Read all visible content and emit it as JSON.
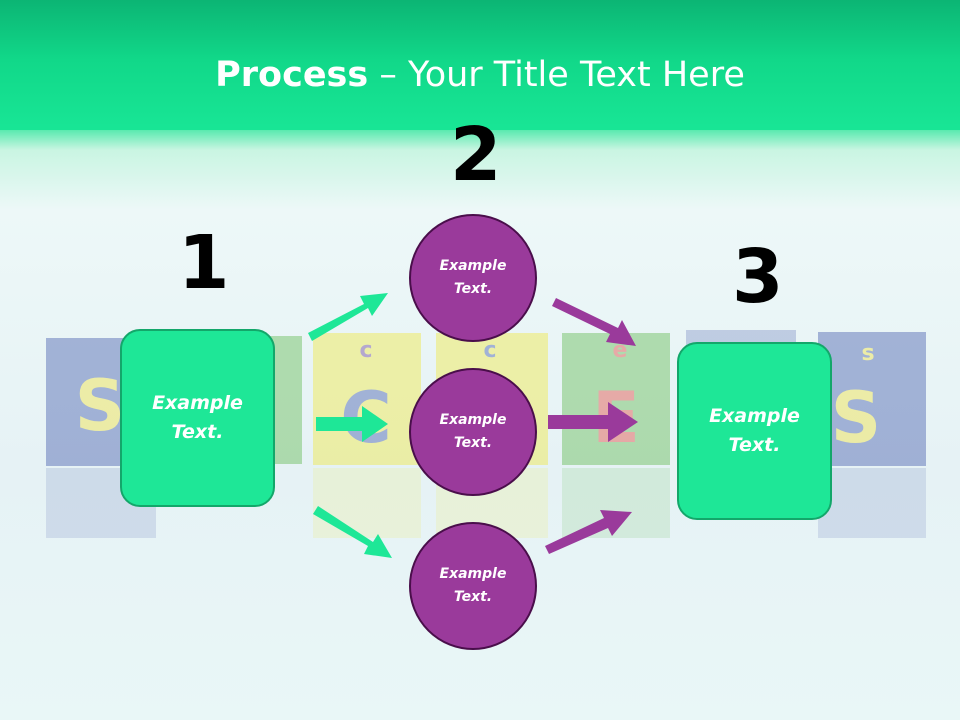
{
  "title": {
    "bold": "Process",
    "rest": " – Your Title Text Here"
  },
  "steps": [
    {
      "number": "1",
      "text": "Example\nText."
    },
    {
      "number": "2",
      "circles": [
        "Example\nText.",
        "Example\nText.",
        "Example\nText."
      ]
    },
    {
      "number": "3",
      "text": "Example\nText."
    }
  ],
  "colors": {
    "header": "#16e391",
    "box": "#1ee797",
    "circle": "#9a3a9b",
    "arrow_green": "#1ee797",
    "arrow_purple": "#9a3a9b"
  }
}
